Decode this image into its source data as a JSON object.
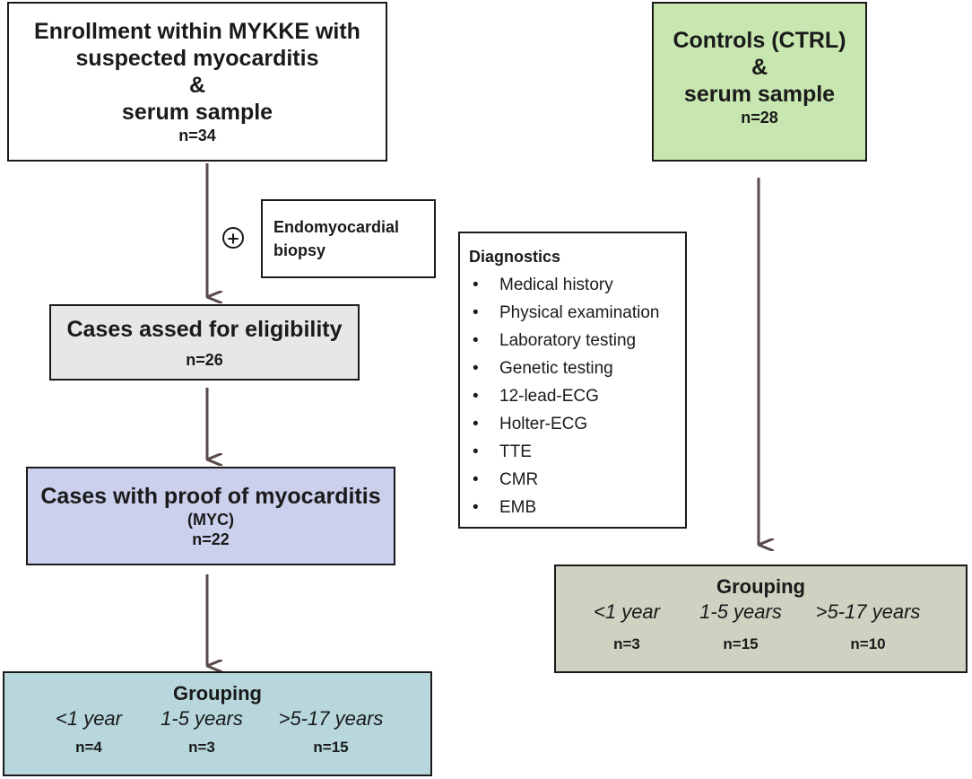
{
  "enrollment": {
    "line1": "Enrollment within MYKKE with",
    "line2": "suspected myocarditis",
    "amp": "&",
    "line3": "serum sample",
    "n": "n=34"
  },
  "controls": {
    "line1": "Controls (CTRL)",
    "amp": "&",
    "line2": "serum sample",
    "n": "n=28"
  },
  "biopsy": {
    "plus": "+",
    "line1": "Endomyocardial",
    "line2": "biopsy"
  },
  "diagnostics": {
    "title": "Diagnostics",
    "items": [
      "Medical history",
      "Physical examination",
      "Laboratory testing",
      "Genetic testing",
      "12-lead-ECG",
      "Holter-ECG",
      "TTE",
      "CMR",
      "EMB"
    ]
  },
  "eligibility": {
    "title": "Cases assed for eligibility",
    "n": "n=26"
  },
  "myc": {
    "title": "Cases with proof of myocarditis",
    "sub": "(MYC)",
    "n": "n=22"
  },
  "myc_grouping": {
    "title": "Grouping",
    "groups": [
      {
        "age": "<1 year",
        "n": "n=4"
      },
      {
        "age": "1-5 years",
        "n": "n=3"
      },
      {
        "age": ">5-17 years",
        "n": "n=15"
      }
    ]
  },
  "ctrl_grouping": {
    "title": "Grouping",
    "groups": [
      {
        "age": "<1 year",
        "n": "n=3"
      },
      {
        "age": "1-5 years",
        "n": "n=15"
      },
      {
        "age": ">5-17 years",
        "n": "n=10"
      }
    ]
  },
  "colors": {
    "controls": "#c8e6b0",
    "eligibility": "#e6e7e8",
    "myc": "#cbd0ec",
    "myc_grouping": "#b7d7dd",
    "ctrl_grouping": "#cdd2c1",
    "arrow": "#5a4a4a"
  }
}
